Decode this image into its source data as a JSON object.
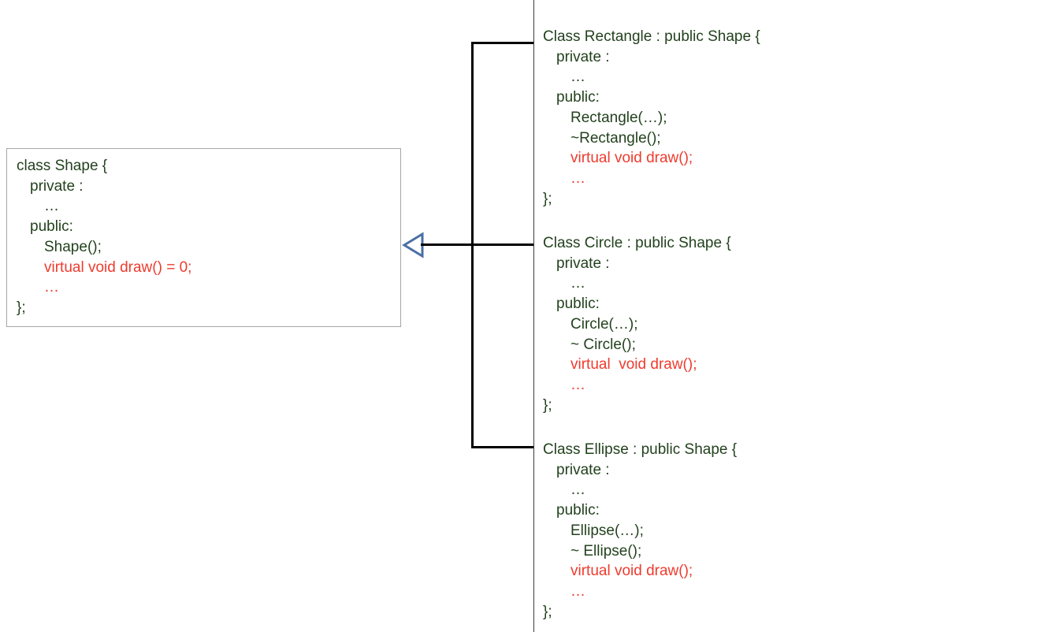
{
  "diagram": {
    "title": "C++ inheritance: Shape base class with Rectangle, Circle and Ellipse derived classes",
    "colors": {
      "code_green": "#23421E",
      "code_red": "#EE3B2E",
      "connector_black": "#000000",
      "triangle_blue": "#4A6FA5",
      "box_border_gray": "#A6A6A6",
      "divider_gray": "#3A3A3A",
      "background": "#FFFFFF"
    },
    "relationship": {
      "kind": "generalization",
      "arrow_icon": "hollow-triangle-icon",
      "direction": "points-left-to-base-class",
      "base": "Shape",
      "derived": [
        "Rectangle",
        "Circle",
        "Ellipse"
      ]
    }
  },
  "base_class": {
    "name": "Shape",
    "lines": [
      {
        "text": "class Shape {",
        "color": "green",
        "indent": 0
      },
      {
        "text": "private :",
        "color": "green",
        "indent": 1
      },
      {
        "text": "…",
        "color": "green",
        "indent": 2
      },
      {
        "text": "public:",
        "color": "green",
        "indent": 1
      },
      {
        "text": "Shape();",
        "color": "green",
        "indent": 2
      },
      {
        "text": "virtual void draw() = 0;",
        "color": "red",
        "indent": 2
      },
      {
        "text": "…",
        "color": "red",
        "indent": 2
      },
      {
        "text": "};",
        "color": "green",
        "indent": 0
      }
    ]
  },
  "derived_classes": [
    {
      "name": "Rectangle",
      "lines": [
        {
          "text": "Class Rectangle : public Shape {",
          "color": "green",
          "indent": 0
        },
        {
          "text": "private :",
          "color": "green",
          "indent": 1
        },
        {
          "text": "…",
          "color": "green",
          "indent": 2
        },
        {
          "text": "public:",
          "color": "green",
          "indent": 1
        },
        {
          "text": "Rectangle(…);",
          "color": "green",
          "indent": 2
        },
        {
          "text": "~Rectangle();",
          "color": "green",
          "indent": 2
        },
        {
          "text": "virtual void draw();",
          "color": "red",
          "indent": 2
        },
        {
          "text": "…",
          "color": "red",
          "indent": 2
        },
        {
          "text": "};",
          "color": "green",
          "indent": 0
        }
      ]
    },
    {
      "name": "Circle",
      "lines": [
        {
          "text": "Class Circle : public Shape {",
          "color": "green",
          "indent": 0
        },
        {
          "text": "private :",
          "color": "green",
          "indent": 1
        },
        {
          "text": "…",
          "color": "green",
          "indent": 2
        },
        {
          "text": "public:",
          "color": "green",
          "indent": 1
        },
        {
          "text": "Circle(…);",
          "color": "green",
          "indent": 2
        },
        {
          "text": "~ Circle();",
          "color": "green",
          "indent": 2
        },
        {
          "text": "virtual  void draw();",
          "color": "red",
          "indent": 2
        },
        {
          "text": "…",
          "color": "red",
          "indent": 2
        },
        {
          "text": "};",
          "color": "green",
          "indent": 0
        }
      ]
    },
    {
      "name": "Ellipse",
      "lines": [
        {
          "text": "Class Ellipse : public Shape {",
          "color": "green",
          "indent": 0
        },
        {
          "text": "private :",
          "color": "green",
          "indent": 1
        },
        {
          "text": "…",
          "color": "green",
          "indent": 2
        },
        {
          "text": "public:",
          "color": "green",
          "indent": 1
        },
        {
          "text": "Ellipse(…);",
          "color": "green",
          "indent": 2
        },
        {
          "text": "~ Ellipse();",
          "color": "green",
          "indent": 2
        },
        {
          "text": "virtual void draw();",
          "color": "red",
          "indent": 2
        },
        {
          "text": "…",
          "color": "red",
          "indent": 2
        },
        {
          "text": "};",
          "color": "green",
          "indent": 0
        }
      ]
    }
  ]
}
